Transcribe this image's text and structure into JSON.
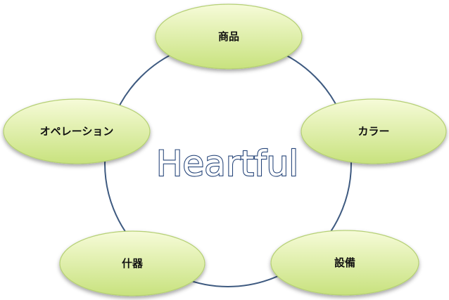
{
  "diagram": {
    "center_title": "Heartful",
    "nodes": [
      {
        "label": "商品"
      },
      {
        "label": "カラー"
      },
      {
        "label": "設備"
      },
      {
        "label": "什器"
      },
      {
        "label": "オペレーション"
      }
    ]
  },
  "colors": {
    "ring": "#3e5a80",
    "node_fill_top": "#f6fbd8",
    "node_fill_bottom": "#c8e27e",
    "node_stroke": "#b5d074",
    "title_fill": "#ffffff",
    "title_stroke": "#27467a"
  }
}
